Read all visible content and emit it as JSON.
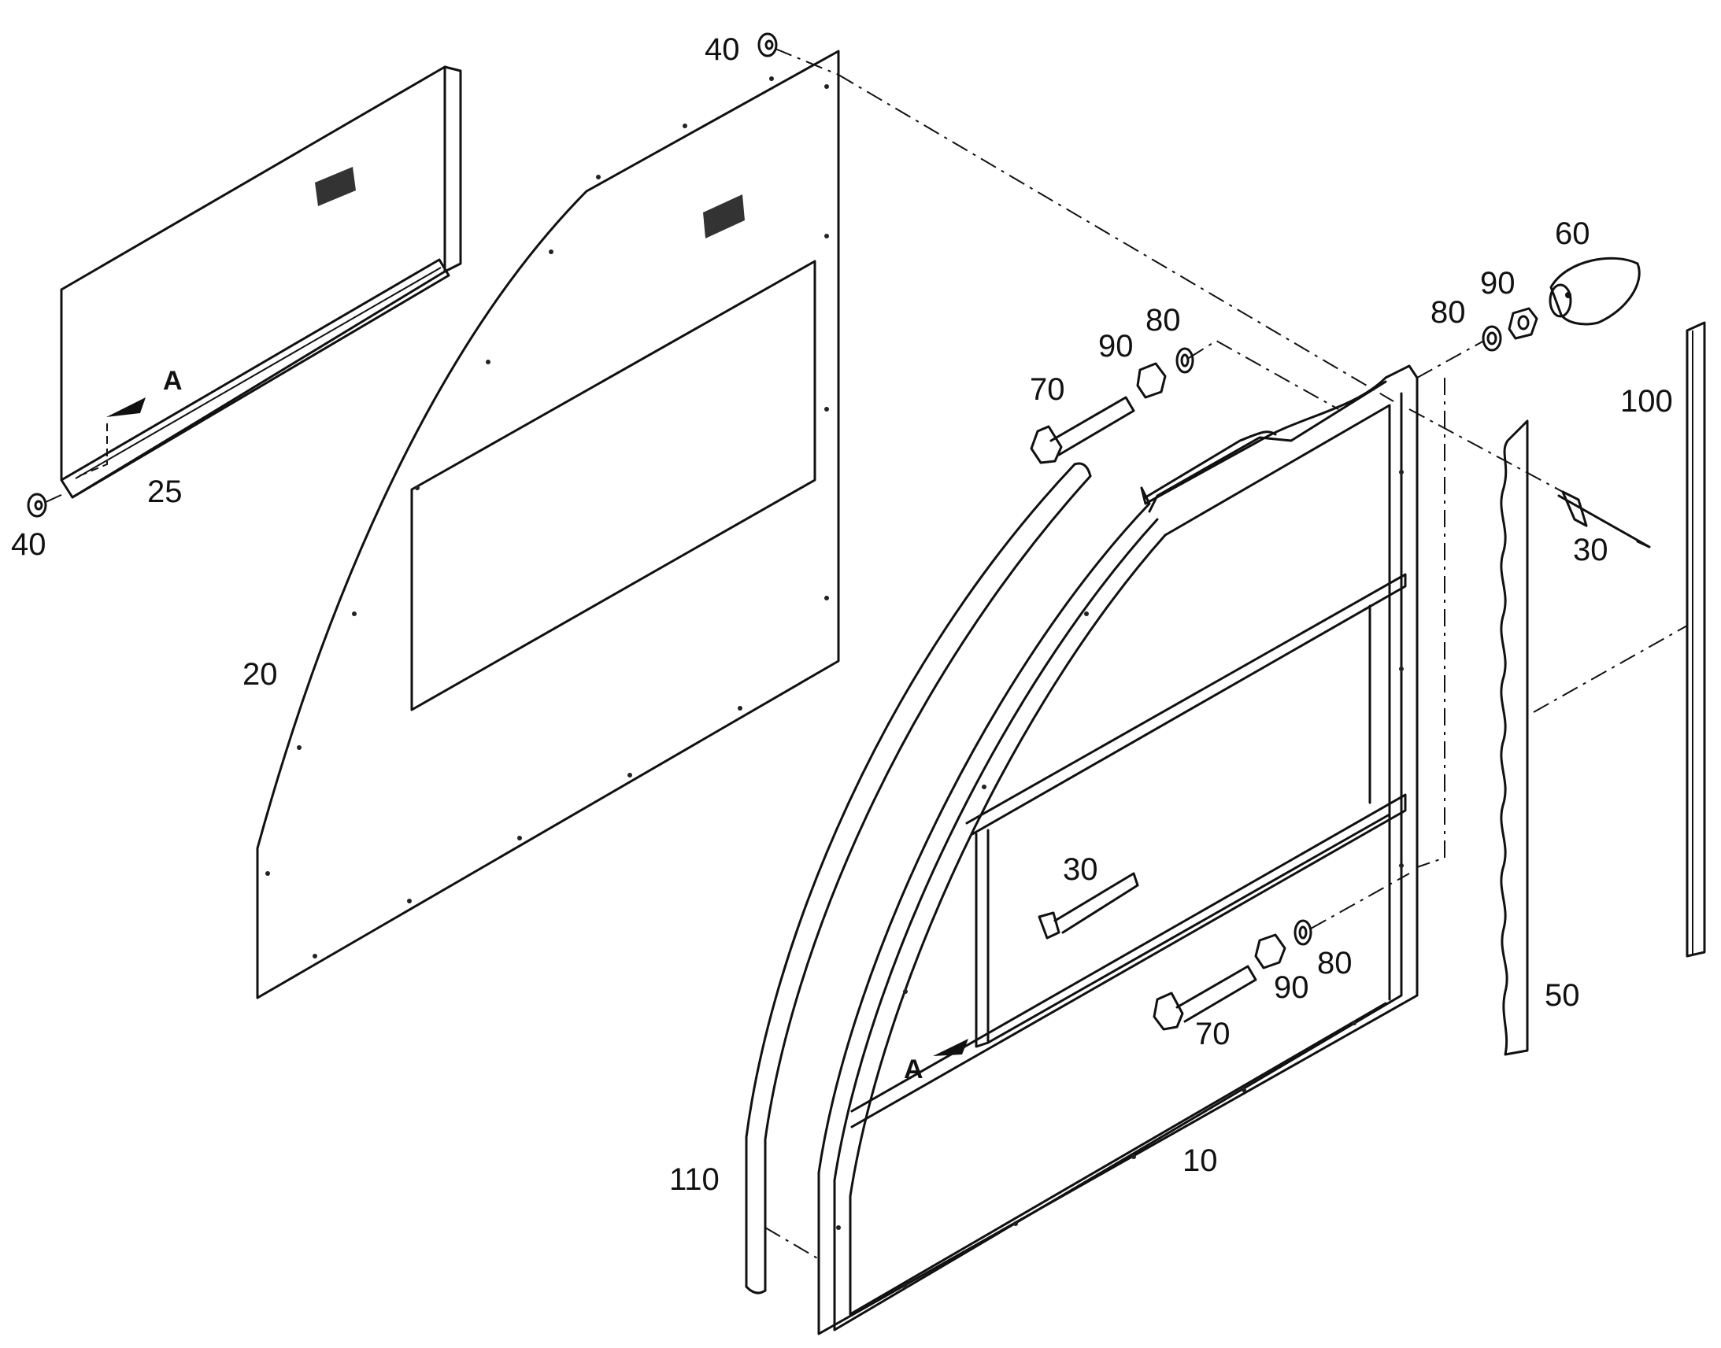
{
  "labels": {
    "part_10": "10",
    "part_20": "20",
    "part_25": "25",
    "part_30_top": "30",
    "part_30_mid": "30",
    "part_40_top": "40",
    "part_40_left": "40",
    "part_50": "50",
    "part_60": "60",
    "part_70_top": "70",
    "part_70_bottom": "70",
    "part_80_top_left": "80",
    "part_80_top_right": "80",
    "part_80_bottom": "80",
    "part_90_top_left": "90",
    "part_90_top_right": "90",
    "part_90_bottom": "90",
    "part_100": "100",
    "part_110": "110",
    "view_a_top": "A",
    "view_a_bottom": "A"
  }
}
